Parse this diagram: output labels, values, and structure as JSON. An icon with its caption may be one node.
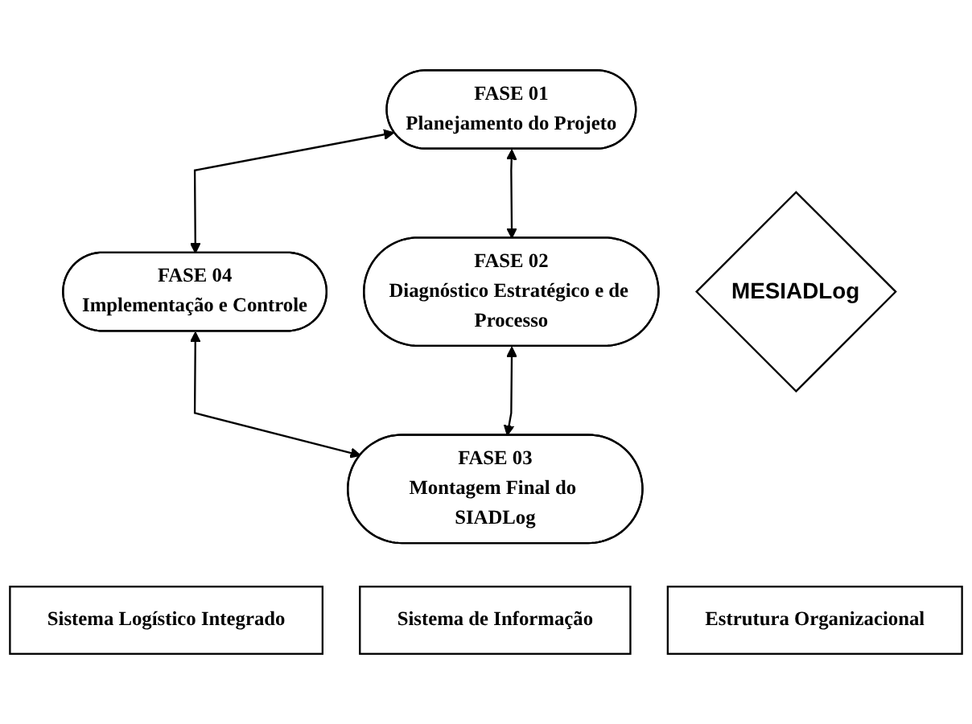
{
  "diagram": {
    "nodes": [
      {
        "text": [
          "FASE 01",
          "Planejamento do Projeto"
        ]
      },
      {
        "text": [
          "FASE 04",
          "Implementação e Controle"
        ]
      },
      {
        "text": [
          "MESIADLog"
        ]
      },
      {
        "text": [
          "FASE 02",
          "Diagnóstico Estratégico e de Processo"
        ]
      },
      {
        "text": [
          "FASE 03",
          "Montagem Final do SIADLog"
        ]
      },
      {
        "text": [
          "Sistema Logístico Integrado"
        ]
      },
      {
        "text": [
          "Sistema de Informação"
        ]
      },
      {
        "text": [
          "Estrutura Organizacional"
        ]
      }
    ],
    "edges": [
      {
        "from": 0,
        "to": 1,
        "arrow": "both"
      },
      {
        "from": 0,
        "to": 3,
        "arrow": "both"
      },
      {
        "from": 1,
        "to": 4,
        "arrow": "both"
      },
      {
        "from": 3,
        "to": 4,
        "arrow": "both"
      }
    ]
  }
}
